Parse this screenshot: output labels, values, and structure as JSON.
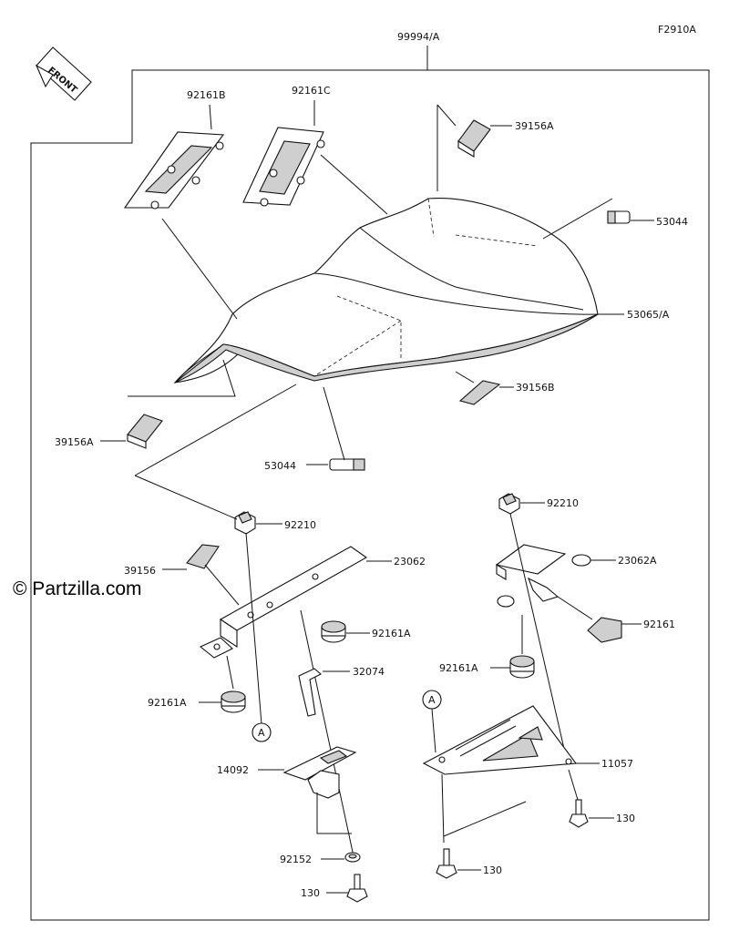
{
  "diagram_code": "F2910A",
  "kit_part": "99994/A",
  "front_label": "FRONT",
  "watermark": "© Partzilla.com",
  "callout_a": "A",
  "labels": {
    "p92161B": "92161B",
    "p92161C": "92161C",
    "p39156A_top": "39156A",
    "p53044_right": "53044",
    "p53065A": "53065/A",
    "p39156B": "39156B",
    "p39156A_left": "39156A",
    "p53044_mid": "53044",
    "p92210_left": "92210",
    "p92210_right": "92210",
    "p39156": "39156",
    "p23062": "23062",
    "p23062A": "23062A",
    "p92161A_left": "92161A",
    "p92161A_mid": "92161A",
    "p92161A_right": "92161A",
    "p92161": "92161",
    "p32074": "32074",
    "p14092": "14092",
    "p11057": "11057",
    "p130_right": "130",
    "p130_mid": "130",
    "p130_bottom": "130",
    "p92152": "92152"
  }
}
